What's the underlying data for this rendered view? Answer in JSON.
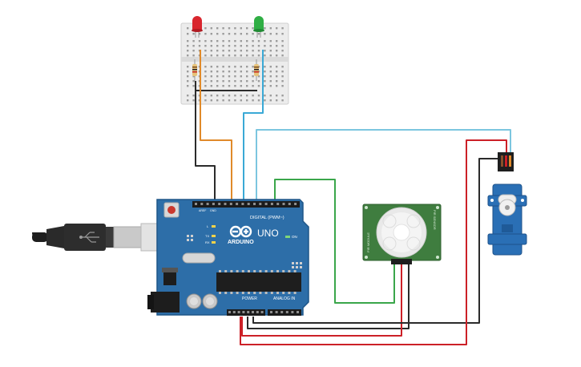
{
  "arduino": {
    "brand_label": "ARDUINO",
    "model_label": "UNO",
    "digital_label": "DIGITAL (PWM~)",
    "power_label": "POWER",
    "analog_label": "ANALOG IN",
    "on_label": "ON",
    "tx_label": "TX",
    "rx_label": "RX",
    "l_label": "L",
    "aref_label": "AREF",
    "gnd_label": "GND"
  },
  "pir_sensor": {
    "left_label": "PIR MODULE",
    "right_label": "PIR SENSOR"
  },
  "colors": {
    "board_blue": "#2d6ea8",
    "board_edge": "#1f5688",
    "wire_black": "#2b2b2b",
    "wire_red": "#cc2027",
    "wire_orange": "#e08a2a",
    "wire_cyan": "#3aa9d6",
    "wire_lightblue": "#7cc6df",
    "wire_green": "#3aa64a",
    "led_red": "#d9262e",
    "led_green": "#2fae44",
    "pir_green": "#3f7d3f",
    "servo_blue": "#2a6fb5"
  },
  "icons": [
    "arduino-infinity-logo-icon",
    "usb-cable-icon",
    "breadboard-icon",
    "servo-motor-icon",
    "pir-sensor-icon"
  ]
}
